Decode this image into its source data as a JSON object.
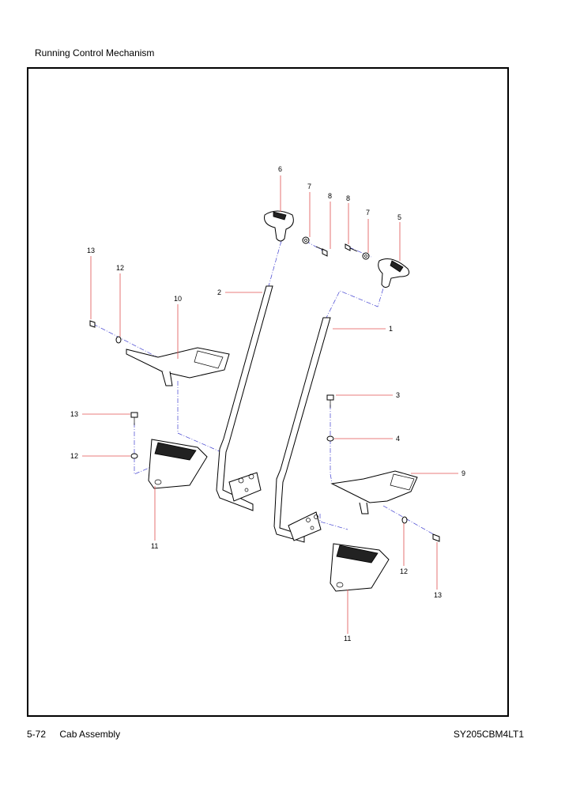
{
  "header": {
    "title": "Running Control Mechanism"
  },
  "footer": {
    "page": "5-72",
    "section": "Cab Assembly",
    "model": "SY205CBM4LT1"
  },
  "callouts": [
    {
      "id": "c6",
      "text": "6"
    },
    {
      "id": "c7a",
      "text": "7"
    },
    {
      "id": "c8a",
      "text": "8"
    },
    {
      "id": "c8b",
      "text": "8"
    },
    {
      "id": "c7b",
      "text": "7"
    },
    {
      "id": "c5",
      "text": "5"
    },
    {
      "id": "c13a",
      "text": "13"
    },
    {
      "id": "c12a",
      "text": "12"
    },
    {
      "id": "c10",
      "text": "10"
    },
    {
      "id": "c2",
      "text": "2"
    },
    {
      "id": "c1",
      "text": "1"
    },
    {
      "id": "c3",
      "text": "3"
    },
    {
      "id": "c13b",
      "text": "13"
    },
    {
      "id": "c4",
      "text": "4"
    },
    {
      "id": "c12b",
      "text": "12"
    },
    {
      "id": "c9",
      "text": "9"
    },
    {
      "id": "c11a",
      "text": "11"
    },
    {
      "id": "c12c",
      "text": "12"
    },
    {
      "id": "c13c",
      "text": "13"
    },
    {
      "id": "c11b",
      "text": "11"
    }
  ],
  "colors": {
    "leader": "#e05050",
    "centerline": "#4040d0",
    "frame": "#000000"
  }
}
